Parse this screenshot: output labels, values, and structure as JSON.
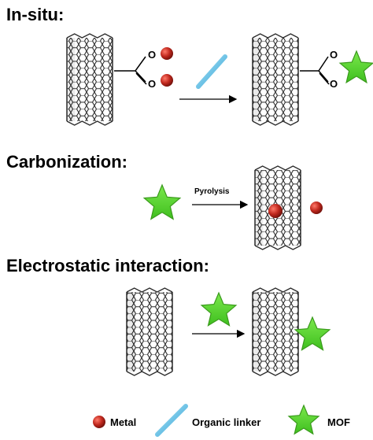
{
  "sections": {
    "in_situ": {
      "title": "In-situ:"
    },
    "carbonization": {
      "title": "Carbonization:",
      "arrow_label": "Pyrolysis"
    },
    "electrostatic": {
      "title": "Electrostatic interaction:"
    }
  },
  "carboxyl_group": {
    "oxygen_label": "O"
  },
  "legend": {
    "metal": {
      "label": "Metal"
    },
    "linker": {
      "label": "Organic linker"
    },
    "mof": {
      "label": "MOF"
    }
  },
  "colors": {
    "metal": "#c0281e",
    "linker": "#5bbfe6",
    "mof": "#55d22e",
    "mof_edge": "#3a9a1c",
    "nanotube_line": "#2b2b2b"
  },
  "icons": [
    "carbon-nanotube-icon",
    "metal-ball-icon",
    "organic-linker-icon",
    "mof-star-icon",
    "reaction-arrow-icon"
  ]
}
